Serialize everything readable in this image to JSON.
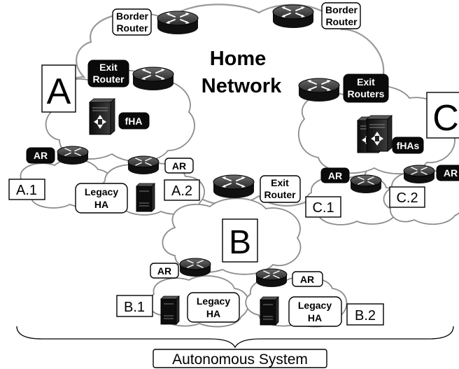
{
  "home_network": {
    "line1": "Home",
    "line2": "Network"
  },
  "routers": {
    "border_left": {
      "line1": "Border",
      "line2": "Router"
    },
    "border_right": {
      "line1": "Border",
      "line2": "Router"
    },
    "exit_a": {
      "line1": "Exit",
      "line2": "Router"
    },
    "exit_c": {
      "line1": "Exit",
      "line2": "Routers"
    },
    "exit_b": {
      "line1": "Exit",
      "line2": "Router"
    }
  },
  "domains": {
    "a": "A",
    "b": "B",
    "c": "C"
  },
  "subnets": {
    "a1": "A.1",
    "a2": "A.2",
    "b1": "B.1",
    "b2": "B.2",
    "c1": "C.1",
    "c2": "C.2"
  },
  "ar_labels": {
    "a1": "AR",
    "a2": "AR",
    "b1": "AR",
    "b2": "AR",
    "c1": "AR",
    "c2": "AR"
  },
  "home_agents": {
    "fha": "fHA",
    "fhas": "fHAs"
  },
  "legacy_ha": {
    "a": {
      "line1": "Legacy",
      "line2": "HA"
    },
    "b1": {
      "line1": "Legacy",
      "line2": "HA"
    },
    "b2": {
      "line1": "Legacy",
      "line2": "HA"
    }
  },
  "autonomous_system": "Autonomous System"
}
